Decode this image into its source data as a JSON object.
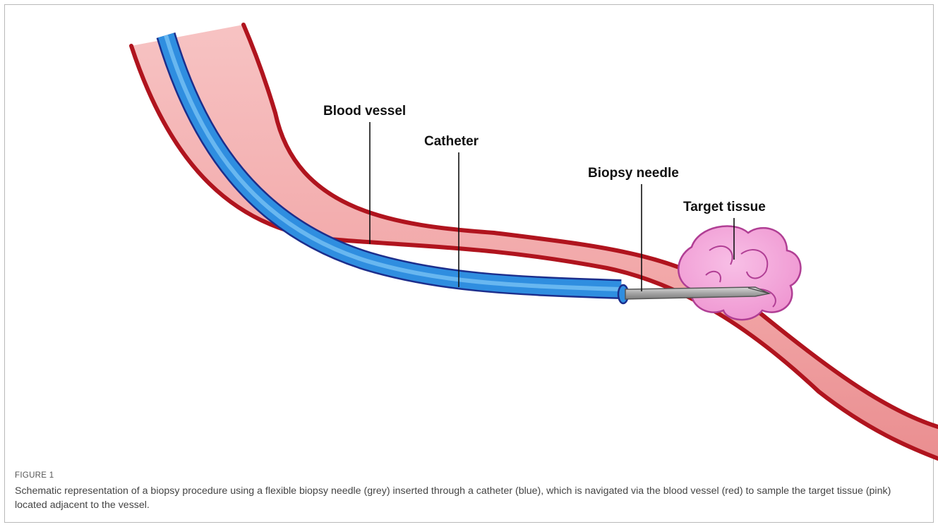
{
  "diagram": {
    "labels": {
      "blood_vessel": "Blood vessel",
      "catheter": "Catheter",
      "biopsy_needle": "Biopsy needle",
      "target_tissue": "Target tissue"
    },
    "colors": {
      "vessel_wall": "#b0141e",
      "vessel_fill": "#f2a2a4",
      "catheter": "#2f8ee0",
      "catheter_outline": "#1c2e8c",
      "needle": "#9a9a9a",
      "tissue": "#f3a4d8",
      "tissue_outline": "#b03e94"
    }
  },
  "caption": {
    "title": "FIGURE 1",
    "text": "Schematic representation of a biopsy procedure using a flexible biopsy needle (grey) inserted through a catheter (blue), which is navigated via the blood vessel (red) to sample the target tissue (pink) located adjacent to the vessel."
  }
}
